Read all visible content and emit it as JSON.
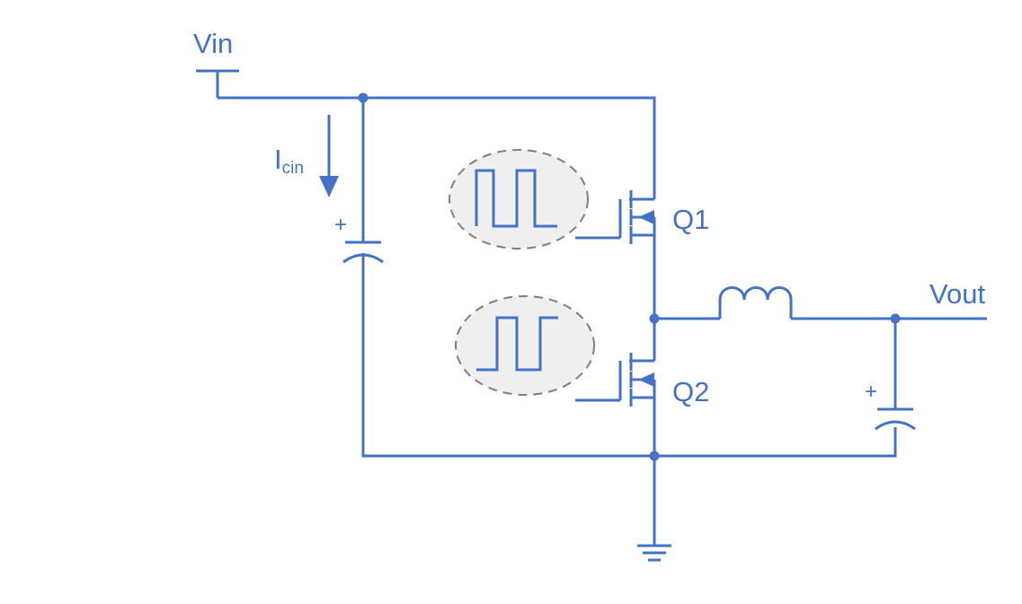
{
  "labels": {
    "vin": "Vin",
    "vout": "Vout",
    "icin_main": "I",
    "icin_sub": "cin",
    "q1": "Q1",
    "q2": "Q2",
    "cin_polarity": "+",
    "cout_polarity": "+"
  },
  "colors": {
    "wire": "#4472c4",
    "pulse_outline": "#7f7f7f",
    "pulse_fill": "#efefef"
  },
  "icons": {
    "input_terminal": "terminal-tee-icon",
    "ground": "ground-icon",
    "inductor": "inductor-icon",
    "capacitor": "polarized-capacitor-icon",
    "mosfet": "n-mosfet-icon",
    "pulse": "square-wave-icon"
  }
}
